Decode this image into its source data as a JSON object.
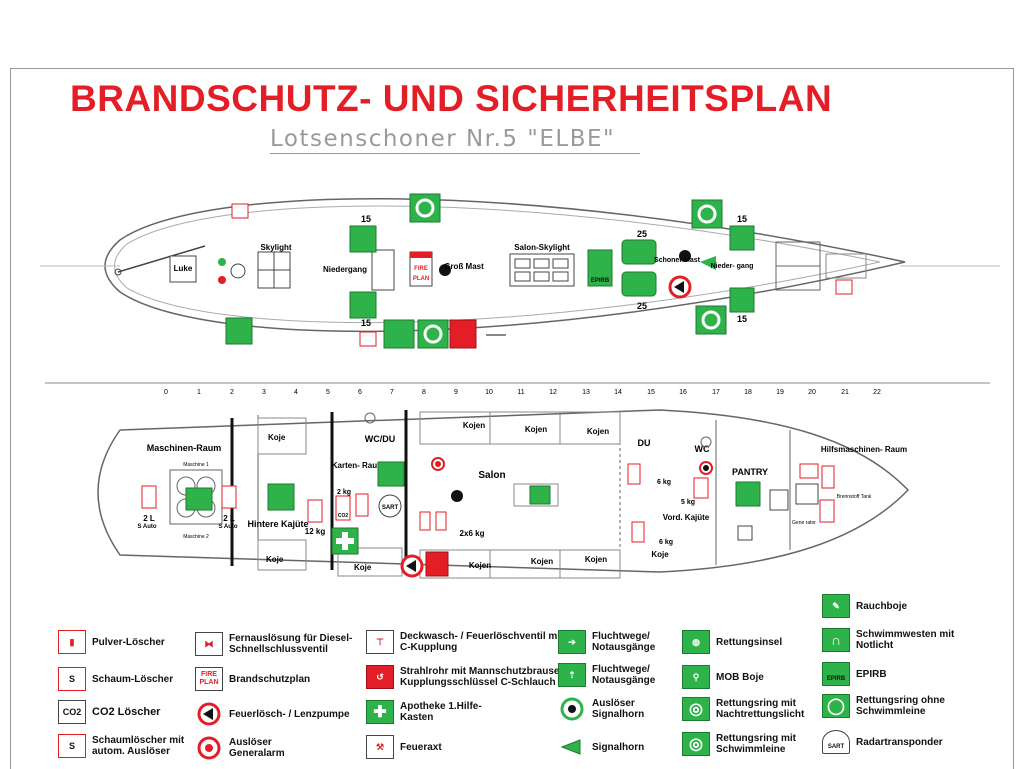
{
  "title": "BRANDSCHUTZ- UND SICHERHEITSPLAN",
  "subtitle": "Lotsenschoner Nr.5 \"ELBE\"",
  "deck": {
    "luke": "Luke",
    "skylight": "Skylight",
    "niedergang": "Niedergang",
    "fire_plan_top": "FIRE",
    "fire_plan_bottom": "PLAN",
    "gross_mast": "Groß Mast",
    "salon_skylight": "Salon-Skylight",
    "epirb": "EPIRB",
    "schoner_mast": "Schoner Mast",
    "nieder_gang": "Nieder- gang",
    "n15a": "15",
    "n15b": "15",
    "n15c": "15",
    "n15d": "15",
    "n25a": "25",
    "n25b": "25"
  },
  "scale": [
    "0",
    "1",
    "2",
    "3",
    "4",
    "5",
    "6",
    "7",
    "8",
    "9",
    "10",
    "11",
    "12",
    "13",
    "14",
    "15",
    "16",
    "17",
    "18",
    "19",
    "20",
    "21",
    "22"
  ],
  "lower": {
    "maschinen_raum": "Maschinen-Raum",
    "maschine1": "Maschine 1",
    "maschine2": "Maschine 2",
    "brennstoff_tank": "Brennstoff Tank",
    "koje": "Koje",
    "wc_du": "WC/DU",
    "karten_raum": "Karten- Raum",
    "hintere_kajuete": "Hintere Kajüte",
    "twelve_kg": "12 kg",
    "two_kg": "2 kg",
    "co2": "CO2",
    "sart": "SART",
    "salon": "Salon",
    "kojen": "Kojen",
    "two_x_6kg": "2x6 kg",
    "du": "DU",
    "wc": "WC",
    "six_kg": "6 kg",
    "five_kg": "5 kg",
    "vord_kajuete": "Vord. Kajüte",
    "pantry": "PANTRY",
    "hilfsmaschinen_raum": "Hilfsmaschinen- Raum",
    "generator": "Gene rator",
    "two_l": "2 L",
    "s_auto": "S Auto"
  },
  "legend": {
    "pulver": "Pulver-Löscher",
    "schaum": "Schaum-Löscher",
    "co2": "CO2 Löscher",
    "schaum_auto": "Schaumlöscher mit autom. Auslöser",
    "fernausloesung": "Fernauslösung für Diesel-Schnellschlussventil",
    "brandschutzplan": "Brandschutzplan",
    "feuerloesch_pumpe": "Feuerlösch- / Lenzpumpe",
    "generalarm": "Auslöser Generalarm",
    "deckwasch": "Deckwasch- / Feuerlöschventil mit C-Kupplung",
    "strahlrohr": "Strahlrohr mit Mannschutzbrause Kupplungsschlüssel C-Schlauch",
    "apotheke": "Apotheke 1.Hilfe-Kasten",
    "feueraxt": "Feueraxt",
    "fluchtwege1": "Fluchtwege/ Notausgänge",
    "fluchtwege2": "Fluchtwege/ Notausgänge",
    "signalhorn_ausl": "Auslöser Signalhorn",
    "signalhorn": "Signalhorn",
    "rettungsinsel": "Rettungsinsel",
    "mob_boje": "MOB Boje",
    "ring_licht": "Rettungsring mit Nachtrettungslicht",
    "ring_leine": "Rettungsring mit Schwimmleine",
    "rauchboje": "Rauchboje",
    "schwimmwesten": "Schwimmwesten mit Notlicht",
    "epirb": "EPIRB",
    "ring_ohne": "Rettungsring ohne Schwimmleine",
    "radar": "Radartransponder",
    "icon_fire": "FIRE",
    "icon_plan": "PLAN",
    "icon_epirb": "EPIRB",
    "icon_sart": "SART",
    "icon_s": "S",
    "icon_co2": "CO2"
  },
  "colors": {
    "red": "#e41e26",
    "green": "#2db34a",
    "grey": "#9a9a9a"
  }
}
